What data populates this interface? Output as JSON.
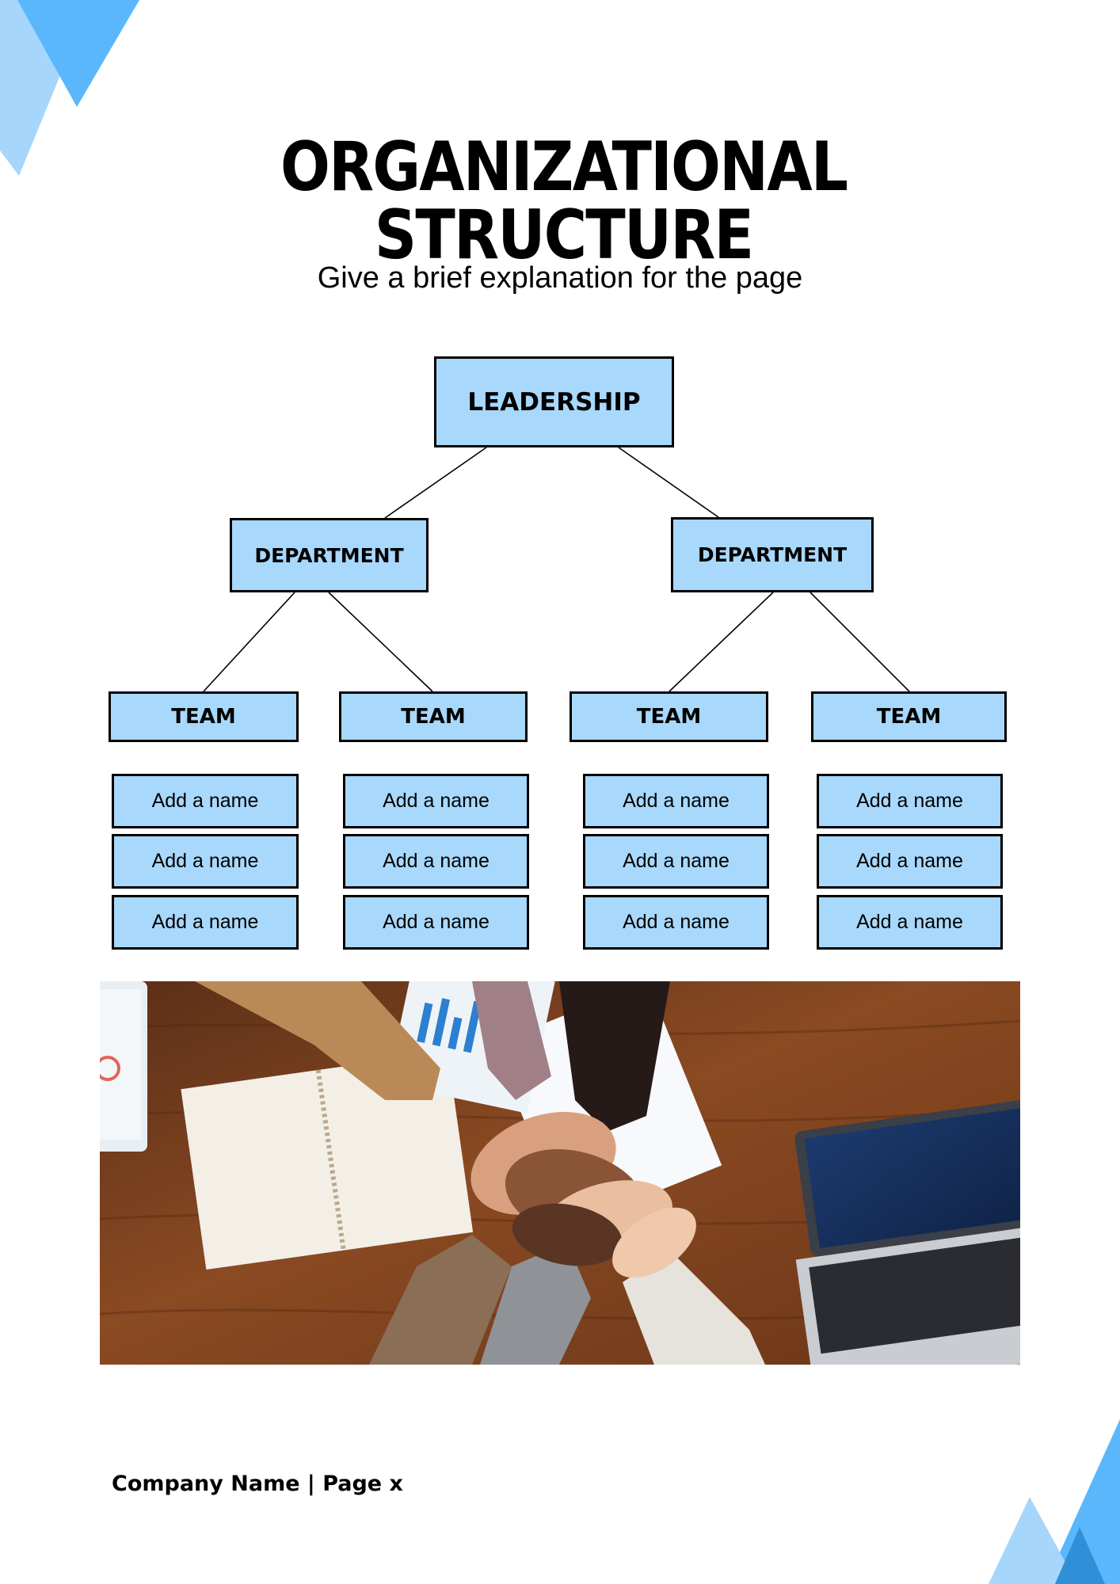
{
  "title": "ORGANIZATIONAL STRUCTURE",
  "subtitle": "Give a brief explanation for the page",
  "org": {
    "leadership": "LEADERSHIP",
    "departments": [
      {
        "label": "DEPARTMENT",
        "teams": [
          {
            "label": "TEAM",
            "members": [
              "Add a name",
              "Add a name",
              "Add a name"
            ]
          },
          {
            "label": "TEAM",
            "members": [
              "Add a name",
              "Add a name",
              "Add a name"
            ]
          }
        ]
      },
      {
        "label": "DEPARTMENT",
        "teams": [
          {
            "label": "TEAM",
            "members": [
              "Add a name",
              "Add a name",
              "Add a name"
            ]
          },
          {
            "label": "TEAM",
            "members": [
              "Add a name",
              "Add a name",
              "Add a name"
            ]
          }
        ]
      }
    ]
  },
  "footer": "Company Name | Page x",
  "colors": {
    "box_fill": "#a8d8fb",
    "accent_light": "#a6d6fb",
    "accent_mid": "#5ab7fb",
    "accent_dark": "#2f90d8"
  },
  "image": "team-hands-stacked-photo"
}
